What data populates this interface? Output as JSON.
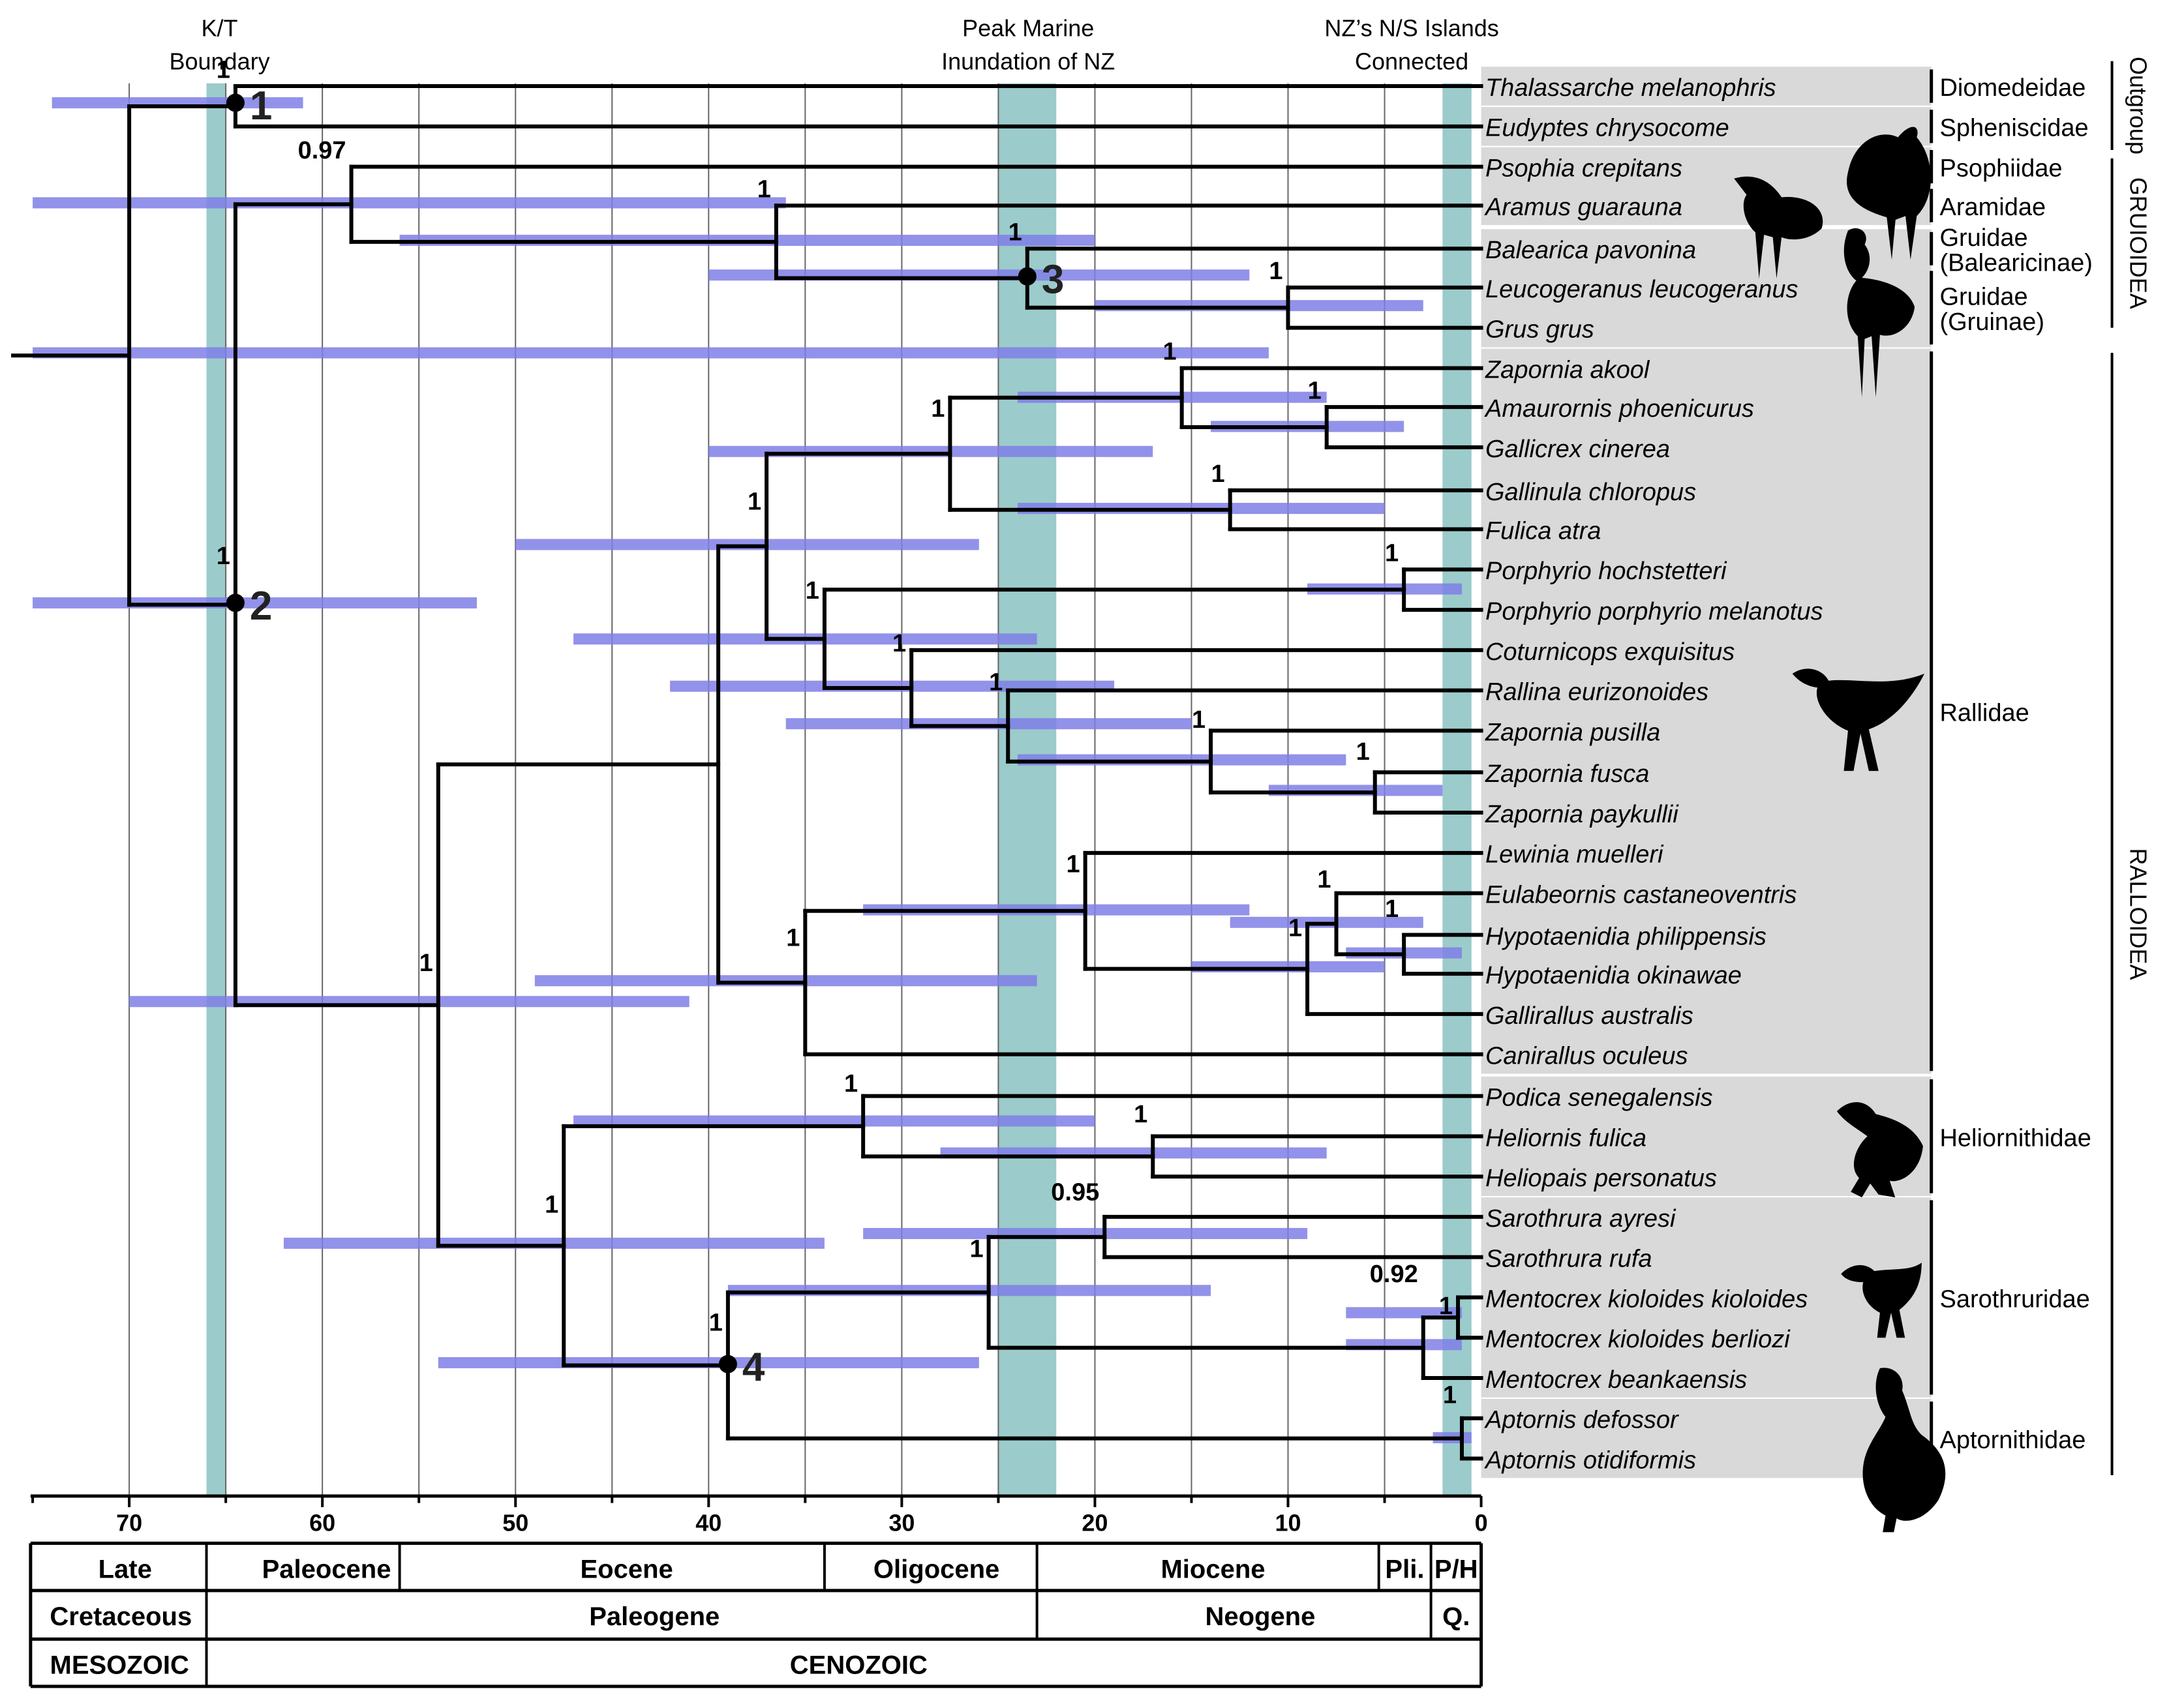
{
  "highlights": [
    {
      "label_lines": [
        "K/T",
        "Boundary"
      ]
    },
    {
      "label_lines": [
        "Peak Marine",
        "Inundation of NZ"
      ]
    },
    {
      "label_lines": [
        "NZ’s N/S Islands",
        "Connected"
      ]
    }
  ],
  "taxa": [
    "Thalassarche melanophris",
    "Eudyptes chrysocome",
    "Psophia crepitans",
    "Aramus guarauna",
    "Balearica pavonina",
    "Leucogeranus leucogeranus",
    "Grus grus",
    "Zapornia akool",
    "Amaurornis phoenicurus",
    "Gallicrex cinerea",
    "Gallinula chloropus",
    "Fulica atra",
    "Porphyrio hochstetteri",
    "Porphyrio porphyrio melanotus",
    "Coturnicops exquisitus",
    "Rallina eurizonoides",
    "Zapornia pusilla",
    "Zapornia fusca",
    "Zapornia paykullii",
    "Lewinia muelleri",
    "Eulabeornis castaneoventris",
    "Hypotaenidia philippensis",
    "Hypotaenidia okinawae",
    "Gallirallus australis",
    "Canirallus oculeus",
    "Podica senegalensis",
    "Heliornis fulica",
    "Heliopais personatus",
    "Sarothrura ayresi",
    "Sarothrura rufa",
    "Mentocrex kioloides kioloides",
    "Mentocrex kioloides berliozi",
    "Mentocrex beankaensis",
    "Aptornis defossor",
    "Aptornis otidiformis"
  ],
  "families": [
    {
      "name_lines": [
        "Diomedeidae"
      ]
    },
    {
      "name_lines": [
        "Spheniscidae"
      ]
    },
    {
      "name_lines": [
        "Psophiidae"
      ]
    },
    {
      "name_lines": [
        "Aramidae"
      ]
    },
    {
      "name_lines": [
        "Gruidae",
        "(Balearicinae)"
      ]
    },
    {
      "name_lines": [
        "Gruidae",
        "(Gruinae)"
      ]
    },
    {
      "name_lines": [
        "Rallidae"
      ]
    },
    {
      "name_lines": [
        "Heliornithidae"
      ]
    },
    {
      "name_lines": [
        "Sarothruridae"
      ]
    },
    {
      "name_lines": [
        "Aptornithidae"
      ]
    }
  ],
  "groups": [
    "Outgroup",
    "GRUIOIDEA",
    "RALLOIDEA"
  ],
  "axis": {
    "ticks": [
      "70",
      "60",
      "50",
      "40",
      "30",
      "20",
      "10",
      "0"
    ]
  },
  "support": [
    "1",
    "0.97",
    "1",
    "1",
    "1",
    "1",
    "1",
    "1",
    "1",
    "1",
    "1",
    "1",
    "1",
    "1",
    "1",
    "1",
    "1",
    "1",
    "1",
    "1",
    "1",
    "0.95",
    "1",
    "0.92",
    "1",
    "1",
    "1"
  ],
  "node_numbers": [
    "1",
    "2",
    "3",
    "4"
  ],
  "timescale": {
    "epochs": [
      "Late",
      "Paleocene",
      "Eocene",
      "Oligocene",
      "Miocene",
      "Pli.",
      "P/H"
    ],
    "periods": [
      "Cretaceous",
      "Paleogene",
      "Neogene",
      "Q."
    ],
    "eras": [
      "MESOZOIC",
      "CENOZOIC"
    ]
  },
  "colors": {
    "highlight": "#9bcbcb",
    "ci_bar": "#7f7fe6",
    "family_box": "#d9d9d9",
    "line": "#000000"
  },
  "icons": [
    "trumpeter-silhouette",
    "limpkin-silhouette",
    "crowned-crane-silhouette",
    "crane-silhouette",
    "rail-silhouette",
    "finfoot-silhouette",
    "flufftail-silhouette",
    "aptornis-silhouette"
  ]
}
